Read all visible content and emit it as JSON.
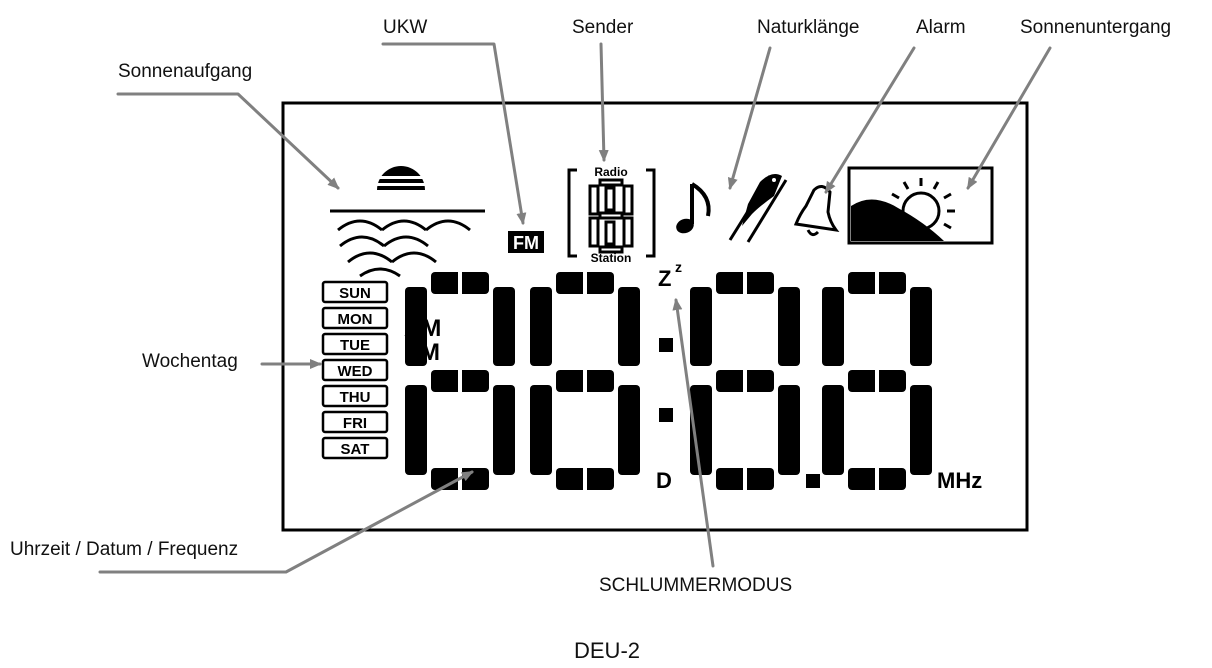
{
  "callouts": {
    "ukw": "UKW",
    "sender": "Sender",
    "naturklaenge": "Naturklänge",
    "alarm": "Alarm",
    "sonnenuntergang": "Sonnenuntergang",
    "sonnenaufgang": "Sonnenaufgang",
    "wochentag": "Wochentag",
    "uhrzeit": "Uhrzeit / Datum / Frequenz",
    "schlummer": "SCHLUMMERMODUS"
  },
  "display": {
    "days": [
      "SUN",
      "MON",
      "TUE",
      "WED",
      "THU",
      "FRI",
      "SAT"
    ],
    "am": "AM",
    "pm": "PM",
    "fm": "FM",
    "radio": "Radio",
    "station": "Station",
    "snooze": "Z",
    "snooze_small": "z",
    "date_marker": "D",
    "unit": "MHz"
  },
  "caption": "DEU-2",
  "colors": {
    "lcd": "#000000",
    "leader": "#808080",
    "background": "#ffffff"
  }
}
